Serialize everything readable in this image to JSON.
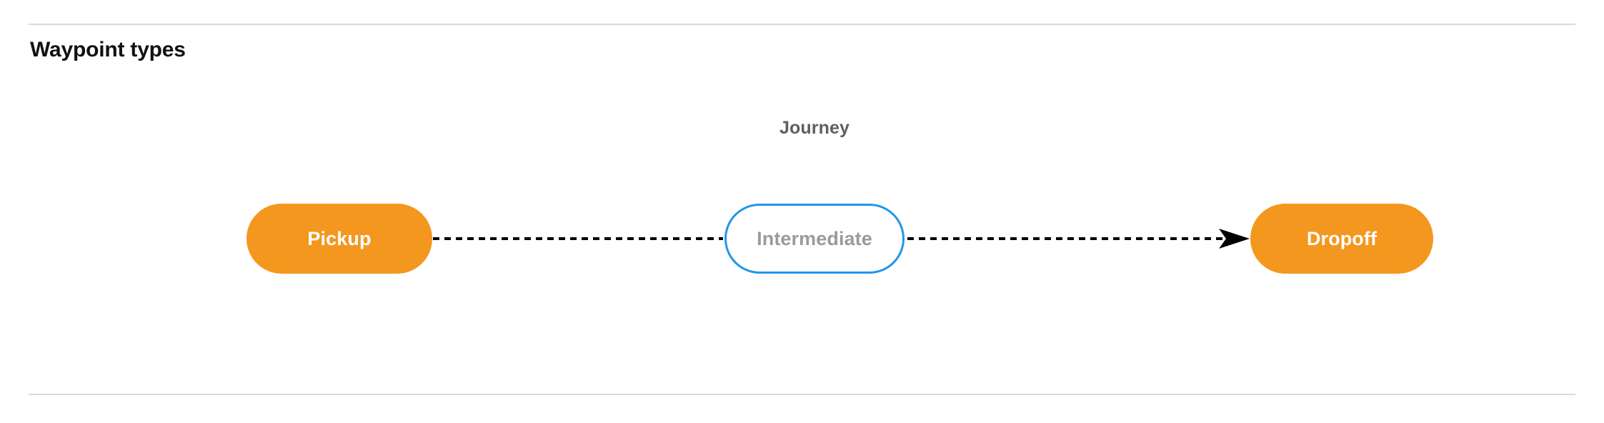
{
  "section": {
    "title": "Waypoint types"
  },
  "diagram": {
    "graph_label": "Journey",
    "nodes": [
      {
        "id": "pickup",
        "label": "Pickup",
        "style": "filled",
        "fill": "#f4971f",
        "text_color": "#ffffff"
      },
      {
        "id": "intermediate",
        "label": "Intermediate",
        "style": "outlined",
        "fill": "#ffffff",
        "border_color": "#2196e8",
        "text_color": "#9b9b9b"
      },
      {
        "id": "dropoff",
        "label": "Dropoff",
        "style": "filled",
        "fill": "#f4971f",
        "text_color": "#ffffff"
      }
    ],
    "edges": [
      {
        "from": "pickup",
        "to": "intermediate",
        "line_style": "dashed",
        "arrow": false,
        "color": "#000000"
      },
      {
        "from": "intermediate",
        "to": "dropoff",
        "line_style": "dashed",
        "arrow": true,
        "color": "#000000"
      }
    ]
  },
  "colors": {
    "accent_orange": "#f4971f",
    "accent_blue": "#2196e8",
    "divider": "#d9d9d9",
    "muted_text": "#9b9b9b",
    "label_text": "#5f5f5f"
  }
}
